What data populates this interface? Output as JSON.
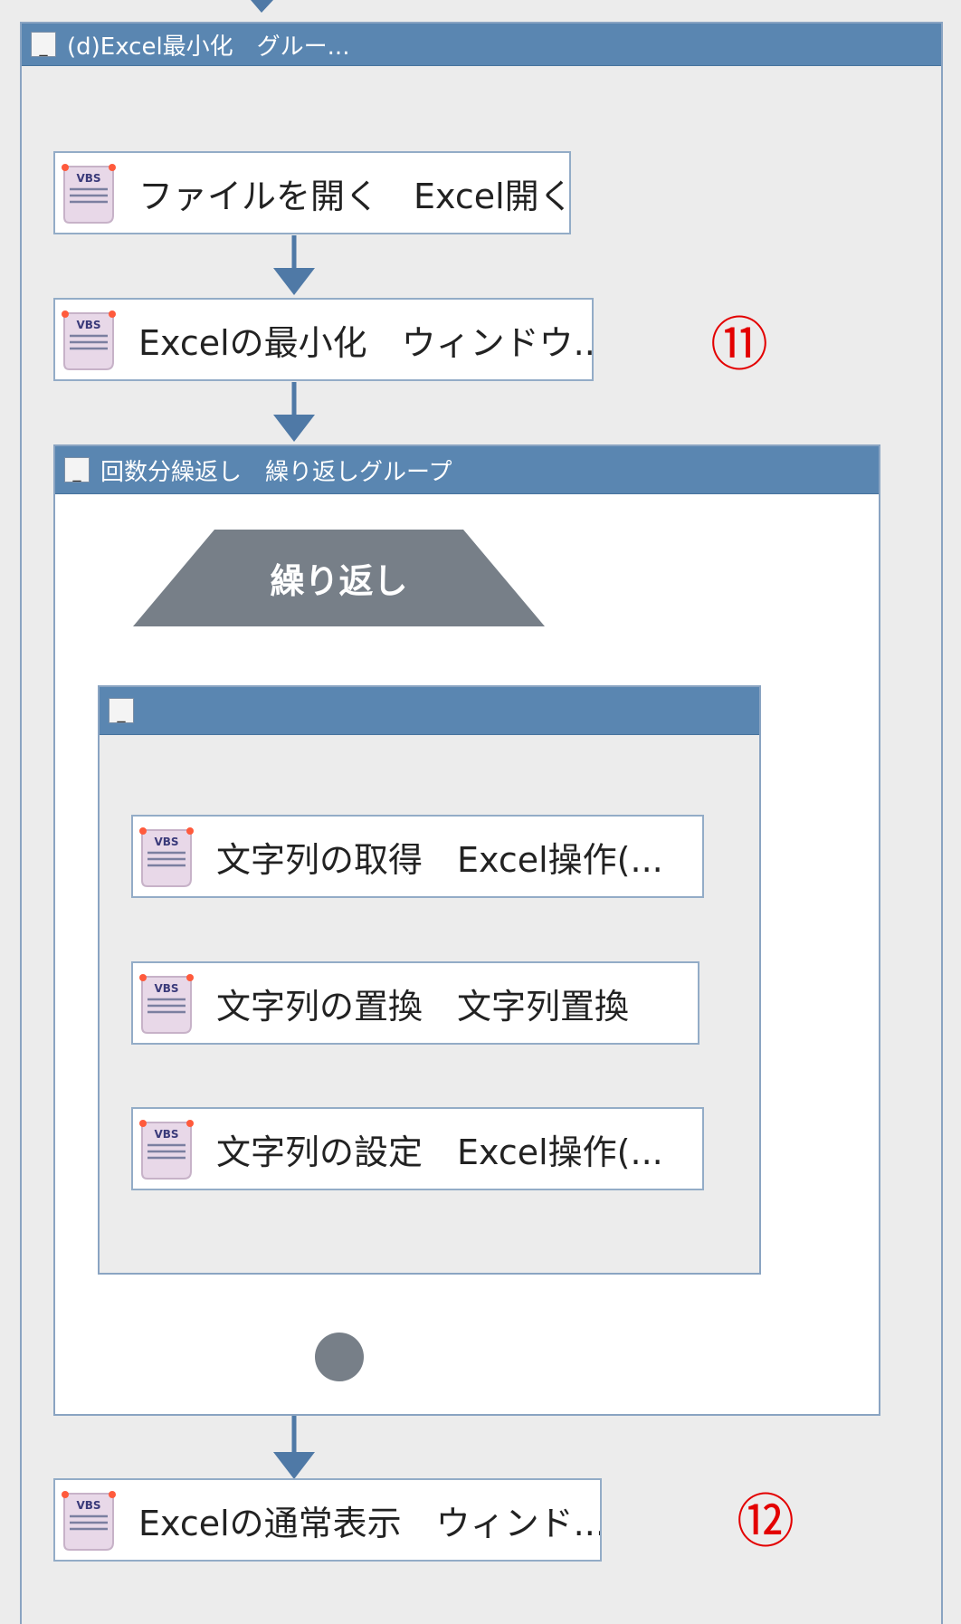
{
  "outer_group": {
    "title": "(d)Excel最小化　グルー...",
    "collapse_label": "_"
  },
  "activities": {
    "open_file": "ファイルを開く　Excel開く...",
    "minimize": "Excelの最小化　ウィンドウ...",
    "get_string": "文字列の取得　Excel操作(...",
    "replace_string": "文字列の置換　文字列置換",
    "set_string": "文字列の設定　Excel操作(...",
    "normal_display": "Excelの通常表示　ウィンド..."
  },
  "loop_group": {
    "title": "回数分繰返し　繰り返しグループ",
    "collapse_label": "_"
  },
  "loop_start": {
    "label": "繰り返し"
  },
  "inner_group": {
    "title": "",
    "collapse_label": "_"
  },
  "icon_label": "VBS",
  "badges": {
    "eleven": "⑪",
    "twelve": "⑫"
  },
  "colors": {
    "header_blue": "#5a86b1",
    "arrow_blue": "#4f79a6",
    "loop_gray": "#777f88",
    "badge_red": "#e30000"
  }
}
